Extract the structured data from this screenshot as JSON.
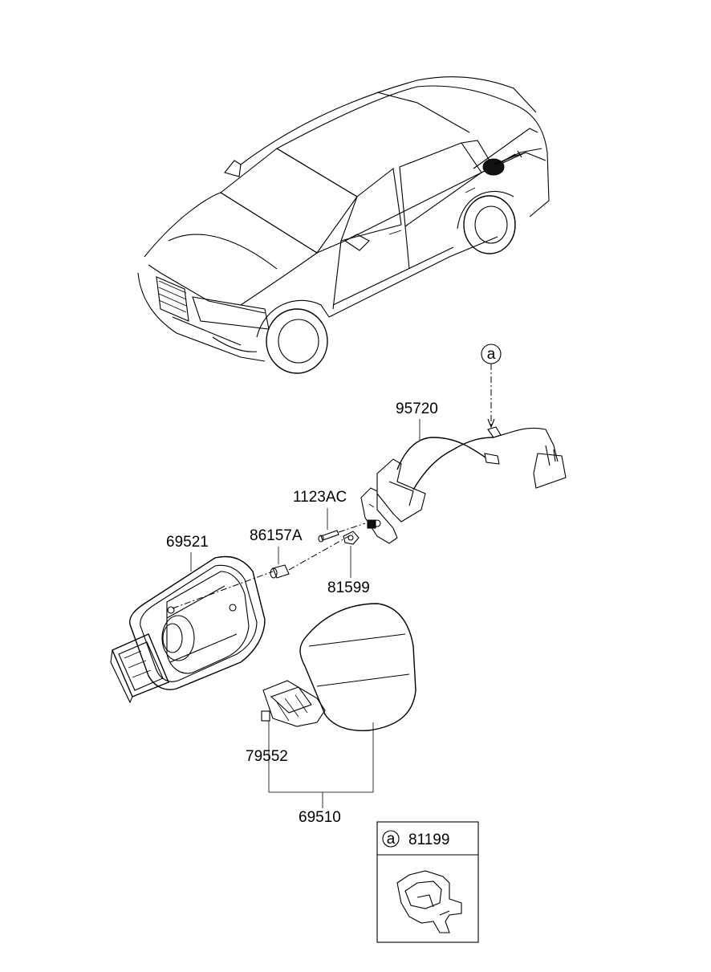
{
  "callouts": {
    "part_95720": "95720",
    "part_1123AC": "1123AC",
    "part_86157A": "86157A",
    "part_69521": "69521",
    "part_81599": "81599",
    "part_79552": "79552",
    "part_69510": "69510",
    "ref_marker": "a"
  },
  "detail_box": {
    "marker": "a",
    "part_number": "81199"
  }
}
